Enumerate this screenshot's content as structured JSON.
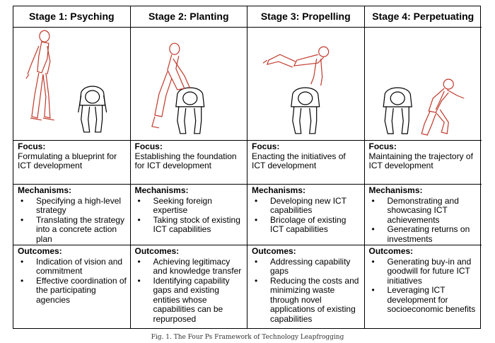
{
  "stages": [
    {
      "title": "Stage 1: Psyching",
      "focus_label": "Focus:",
      "focus_text": "Formulating a blueprint for ICT development",
      "mechanisms_label": "Mechanisms:",
      "mechanisms": [
        "Specifying a high-level strategy",
        "Translating the strategy into a concrete action plan"
      ],
      "outcomes_label": "Outcomes:",
      "outcomes": [
        "Indication of vision and commitment",
        "Effective coordination of the participating agencies"
      ]
    },
    {
      "title": "Stage 2: Planting",
      "focus_label": "Focus:",
      "focus_text": "Establishing the foundation for ICT development",
      "mechanisms_label": "Mechanisms:",
      "mechanisms": [
        "Seeking foreign expertise",
        "Taking stock of existing ICT capabilities"
      ],
      "outcomes_label": "Outcomes:",
      "outcomes": [
        "Achieving legitimacy and knowledge transfer",
        "Identifying capability gaps and existing entities whose capabilities can be repurposed"
      ]
    },
    {
      "title": "Stage 3: Propelling",
      "focus_label": "Focus:",
      "focus_text": "Enacting the initiatives of ICT development",
      "mechanisms_label": "Mechanisms:",
      "mechanisms": [
        "Developing new ICT capabilities",
        "Bricolage of existing ICT capabilities"
      ],
      "outcomes_label": "Outcomes:",
      "outcomes": [
        "Addressing capability gaps",
        "Reducing the costs and minimizing waste through novel applications of existing capabilities"
      ]
    },
    {
      "title": "Stage 4: Perpetuating",
      "focus_label": "Focus:",
      "focus_text": "Maintaining the trajectory of ICT development",
      "mechanisms_label": "Mechanisms:",
      "mechanisms": [
        "Demonstrating and showcasing ICT achievements",
        "Generating returns on investments"
      ],
      "outcomes_label": "Outcomes:",
      "outcomes": [
        "Generating buy-in and goodwill for future ICT initiatives",
        "Leveraging ICT development for socioeconomic benefits"
      ]
    }
  ],
  "caption": "Fig. 1. The Four Ps Framework of Technology Leapfrogging",
  "colors": {
    "leaper": "#c0392b",
    "base": "#000000"
  }
}
